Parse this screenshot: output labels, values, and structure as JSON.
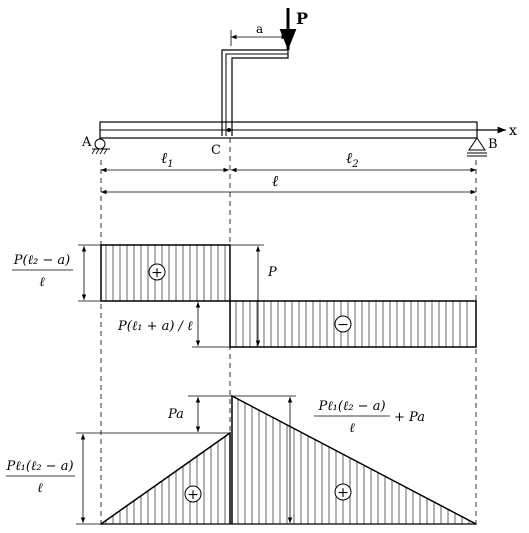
{
  "beam": {
    "load_label": "P",
    "offset_label": "a",
    "x_axis_label": "x",
    "support_a_label": "A",
    "support_b_label": "B",
    "point_c_label": "C",
    "span1_label": "ℓ",
    "span1_sub": "1",
    "span2_label": "ℓ",
    "span2_sub": "2",
    "total_label": "ℓ"
  },
  "shear_diagram": {
    "left_value_num": "P(ℓ₂ − a)",
    "left_value_den": "ℓ",
    "jump_label": "P",
    "right_value": "P(ℓ₁ + a) / ℓ",
    "left_sign": "+",
    "right_sign": "−"
  },
  "moment_diagram": {
    "jump_label": "Pa",
    "peak_right_num": "Pℓ₁(ℓ₂ − a)",
    "peak_right_den": "ℓ",
    "peak_right_suffix": "+ Pa",
    "peak_left_num": "Pℓ₁(ℓ₂ − a)",
    "peak_left_den": "ℓ",
    "left_sign": "+",
    "right_sign": "+"
  }
}
